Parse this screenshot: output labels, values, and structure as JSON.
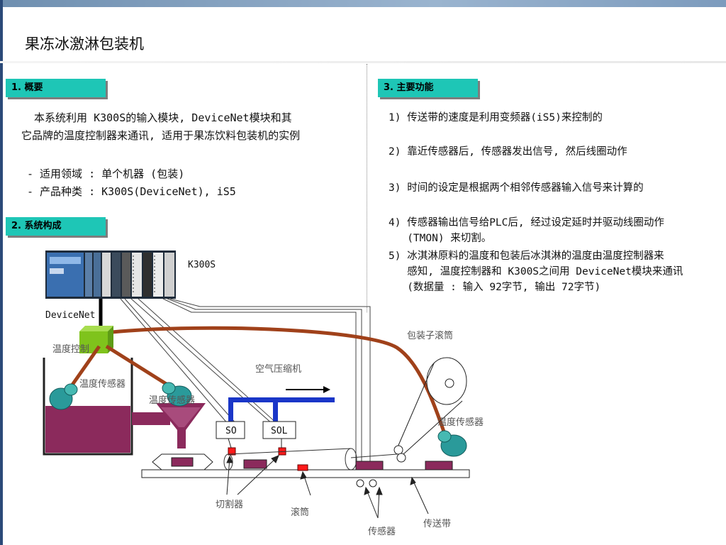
{
  "slide": {
    "title": "果冻冰激淋包装机"
  },
  "section1": {
    "heading": "1. 概要",
    "paragraph_line1": "  本系统利用 K300S的输入模块, DeviceNet模块和其",
    "paragraph_line2": "它品牌的温度控制器来通讯, 适用于果冻饮料包装机的实例",
    "bullet1": "- 适用领域 : 单个机器 (包装)",
    "bullet2": "- 产品种类 : K300S(DeviceNet), iS5"
  },
  "section2": {
    "heading": "2. 系统构成"
  },
  "section3": {
    "heading": "3. 主要功能",
    "items": [
      "1) 传送带的速度是利用变频器(iS5)来控制的",
      "2) 靠近传感器后, 传感器发出信号, 然后线圈动作",
      "3) 时间的设定是根据两个相邻传感器输入信号来计算的",
      "4) 传感器输出信号给PLC后, 经过设定延时并驱动线圈动作\n   (TMON) 来切割。",
      "5) 冰淇淋原料的温度和包装后冰淇淋的温度由温度控制器来\n   感知, 温度控制器和 K300S之间用 DeviceNet模块来通讯\n   (数据量 : 输入 92字节, 输出 72字节)"
    ]
  },
  "diagram": {
    "plc_label": "K300S",
    "devicenet_label": "DeviceNet",
    "temp_controller_label": "温度控制",
    "temp_sensor_label_1": "温度传感器",
    "temp_sensor_label_2": "温度传感器",
    "temp_sensor_label_3": "温度传感器",
    "air_compressor_label": "空气压缩机",
    "so_label": "SO",
    "sol_label": "SOL",
    "wrap_roller_label": "包装子滚筒",
    "cutter_label": "切割器",
    "drum_label": "滚筒",
    "sensor_label": "传感器",
    "conveyor_label": "传送带",
    "colors": {
      "section_header": "#1ec6b6",
      "cable": "#a0411a",
      "tank": "#8b2a5c",
      "pipe": "#1a36c8",
      "sensor": "#2a9a9a",
      "controller": "#7fc31c",
      "marker": "#ff1a1a"
    }
  }
}
